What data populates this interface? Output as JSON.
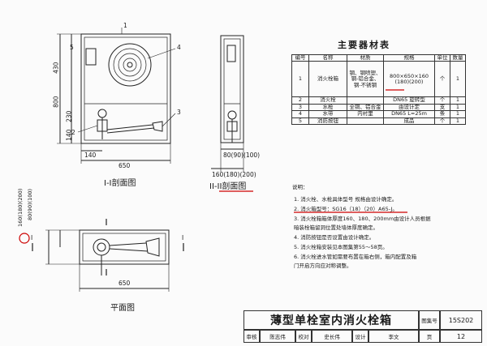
{
  "section1": {
    "caption": "I-I剖面图",
    "dims": {
      "top": "430",
      "overall": "800",
      "mid": "230",
      "bottom": "140",
      "bottom_w": "140",
      "width": "650",
      "num_1": "1",
      "num_3": "3",
      "num_4": "4",
      "num_5": "5",
      "num_2": "2"
    }
  },
  "section2": {
    "caption": "II-II剖面图",
    "dims": {
      "depth_a": "80(90)(100)",
      "depth_b": "160(180)(200)"
    }
  },
  "plan": {
    "caption": "平面图",
    "dims": {
      "left_a": "160(180)(200)",
      "left_b": "80(90)(100)",
      "width": "650",
      "marker": "I"
    }
  },
  "materials": {
    "title": "主要器材表",
    "headers": [
      "编号",
      "名称",
      "材质",
      "规格",
      "单位",
      "数量"
    ],
    "rows": [
      {
        "no": "1",
        "name": "消火栓箱",
        "material": "钢、钢喷塑、钢-铝合金、钢-不锈钢",
        "spec_a": "800×650×160",
        "spec_b": "(180)(200)",
        "unit": "个",
        "qty": "1"
      },
      {
        "no": "2",
        "name": "消火栓",
        "material": "",
        "spec_a": "DN65 旋转型",
        "spec_b": "",
        "unit": "个",
        "qty": "1"
      },
      {
        "no": "3",
        "name": "水枪",
        "material": "全铜、铝合金",
        "spec_a": "由设计定",
        "spec_b": "",
        "unit": "支",
        "qty": "1"
      },
      {
        "no": "4",
        "name": "水带",
        "material": "内衬里",
        "spec_a": "DN65 L=25m",
        "spec_b": "",
        "unit": "条",
        "qty": "1"
      },
      {
        "no": "5",
        "name": "消防按钮",
        "material": "",
        "spec_a": "成品",
        "spec_b": "",
        "unit": "个",
        "qty": "1"
      }
    ]
  },
  "notes": {
    "title": "说明：",
    "items": [
      "1. 消火栓、水枪具体型号  规格由设计确定。",
      "2. 消火箱型号：SG16（18）（20）A65-J。",
      "3. 消火栓箱箱体厚度160、180、200mm由设计人员根据",
      "    暗装栓箱留洞位置处墙体厚度确定。",
      "4. 消防按钮是否设置由设计确定。",
      "5. 消火栓箱安装见本图集第55～58页。",
      "6. 消火栓进水管如需要布置在箱右侧，箱内配置及箱",
      "    门开启方向应对称调整。"
    ]
  },
  "title_block": {
    "title": "薄型单栓室内消火栓箱",
    "atlas_label": "图集号",
    "atlas_no": "15S202",
    "page_label": "页",
    "page_no": "12",
    "review_label": "审核",
    "review_name": "陈志伟",
    "check_label": "校对",
    "check_name": "史长伟",
    "design_label": "设计",
    "design_name": "李文"
  },
  "colors": {
    "line": "#222222",
    "accent": "#cc0000"
  }
}
